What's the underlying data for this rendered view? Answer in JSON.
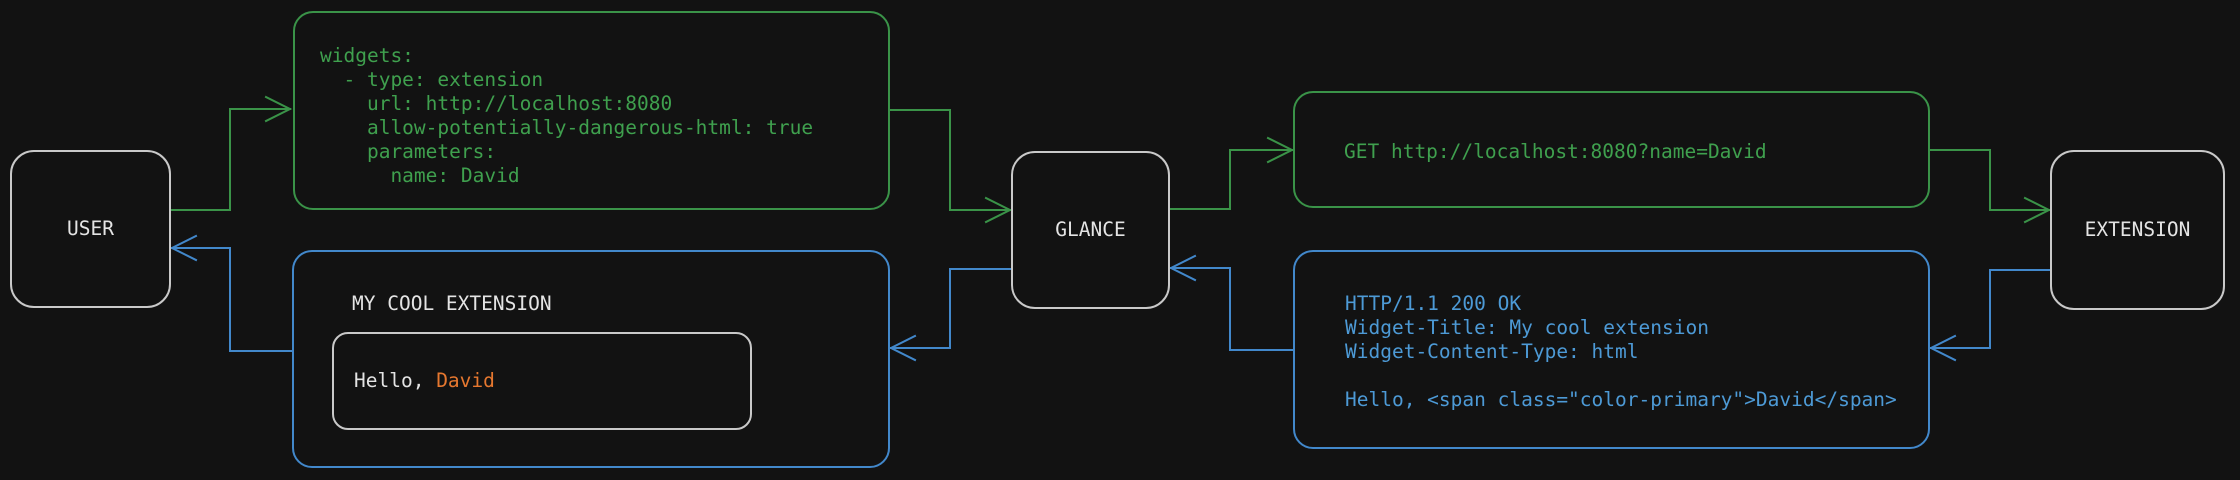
{
  "colors": {
    "background": "#121212",
    "green_line": "#3a9348",
    "green_text": "#3fa04e",
    "blue_line": "#4288cb",
    "blue_text": "#4d9ad6",
    "orange_text": "#e5772f",
    "white_text": "#e4e4e4",
    "node_border": "#c9c9c9",
    "inner_border": "#c9c9c9"
  },
  "nodes": {
    "user": {
      "label": "USER"
    },
    "glance": {
      "label": "GLANCE"
    },
    "extension": {
      "label": "EXTENSION"
    }
  },
  "messages": {
    "config_yaml": {
      "code": "widgets:\n  - type: extension\n    url: http://localhost:8080\n    allow-potentially-dangerous-html: true\n    parameters:\n      name: David"
    },
    "http_request": {
      "code": "GET http://localhost:8080?name=David"
    },
    "http_response": {
      "code": "HTTP/1.1 200 OK\nWidget-Title: My cool extension\nWidget-Content-Type: html\n\nHello, <span class=\"color-primary\">David</span>"
    },
    "widget_preview": {
      "title": "MY COOL EXTENSION",
      "greeting_prefix": "Hello, ",
      "greeting_name": "David"
    }
  }
}
